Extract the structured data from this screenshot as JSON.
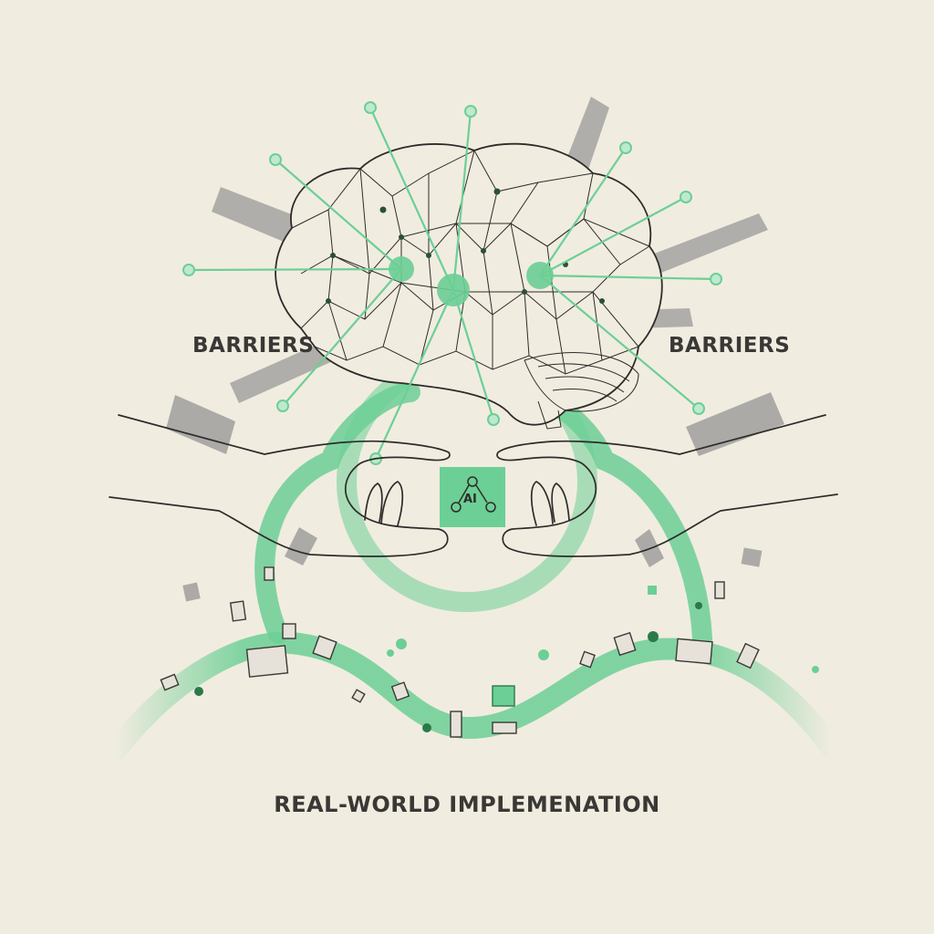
{
  "labels": {
    "barrier_left": "BARRIERS",
    "barrier_right": "BARRIERS",
    "foundation": "REAL-WORLD IMPLEMENATION",
    "chip": "AI"
  },
  "icons": [
    "brain-network-icon",
    "ai-chip-icon",
    "hand-icon",
    "barrier-block-icon"
  ],
  "colors": {
    "background": "#f1ece0",
    "green": "#6ccf95",
    "green_dark": "#2a7a48",
    "line": "#2e2c2a",
    "barrier_gray": "#9a9a98"
  }
}
